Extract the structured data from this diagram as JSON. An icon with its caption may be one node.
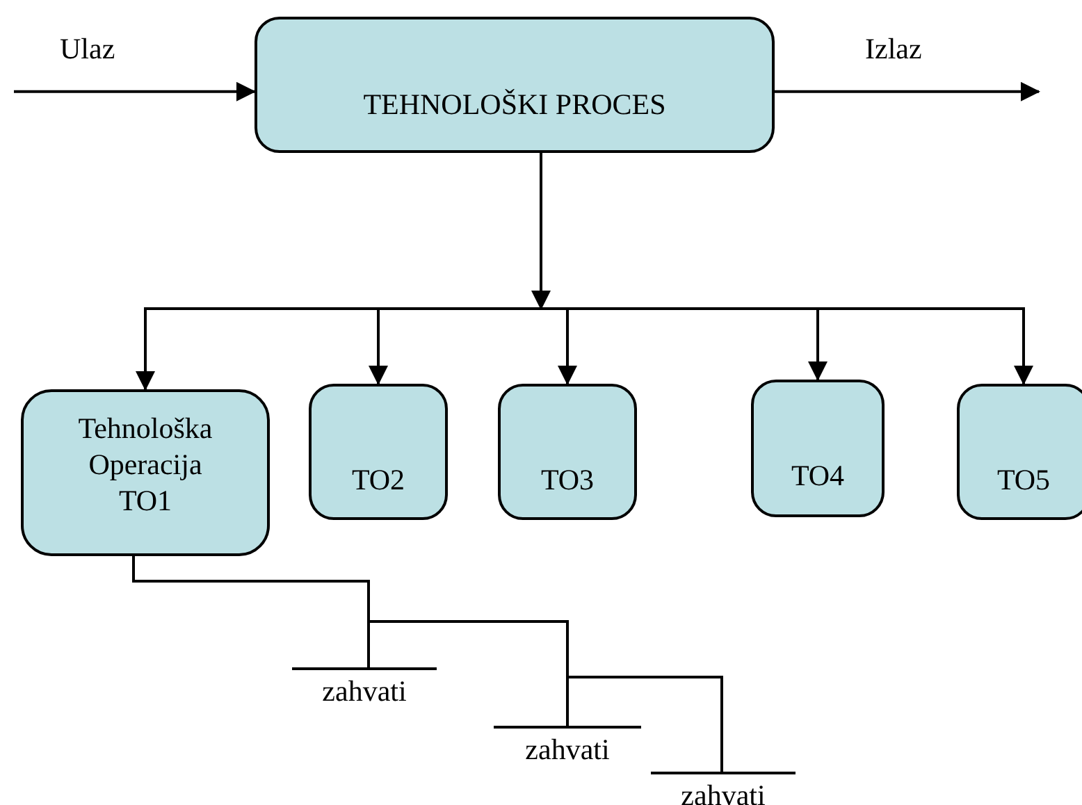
{
  "diagram": {
    "nodes": [
      {
        "text": [
          "TEHNOLOŠKI PROCES"
        ]
      },
      {
        "text": [
          "Tehnološka Operacija TO1"
        ]
      },
      {
        "text": [
          "TO2"
        ]
      },
      {
        "text": [
          "TO3"
        ]
      },
      {
        "text": [
          "TO4"
        ]
      },
      {
        "text": [
          "TO5"
        ]
      },
      {
        "text": [
          "zahvati"
        ]
      },
      {
        "text": [
          "zahvati"
        ]
      },
      {
        "text": [
          "zahvati"
        ]
      }
    ],
    "edges": [
      {
        "from": null,
        "to": 0,
        "arrow": "to",
        "label": "Ulaz"
      },
      {
        "from": 0,
        "to": null,
        "arrow": "to",
        "label": "Izlaz"
      },
      {
        "from": 0,
        "to": 1,
        "arrow": "to"
      },
      {
        "from": 0,
        "to": 2,
        "arrow": "to"
      },
      {
        "from": 0,
        "to": 3,
        "arrow": "to"
      },
      {
        "from": 0,
        "to": 4,
        "arrow": "to"
      },
      {
        "from": 0,
        "to": 5,
        "arrow": "to"
      },
      {
        "from": 1,
        "to": 6,
        "arrow": "none"
      },
      {
        "from": 1,
        "to": 7,
        "arrow": "none"
      },
      {
        "from": 1,
        "to": 8,
        "arrow": "none"
      }
    ]
  }
}
